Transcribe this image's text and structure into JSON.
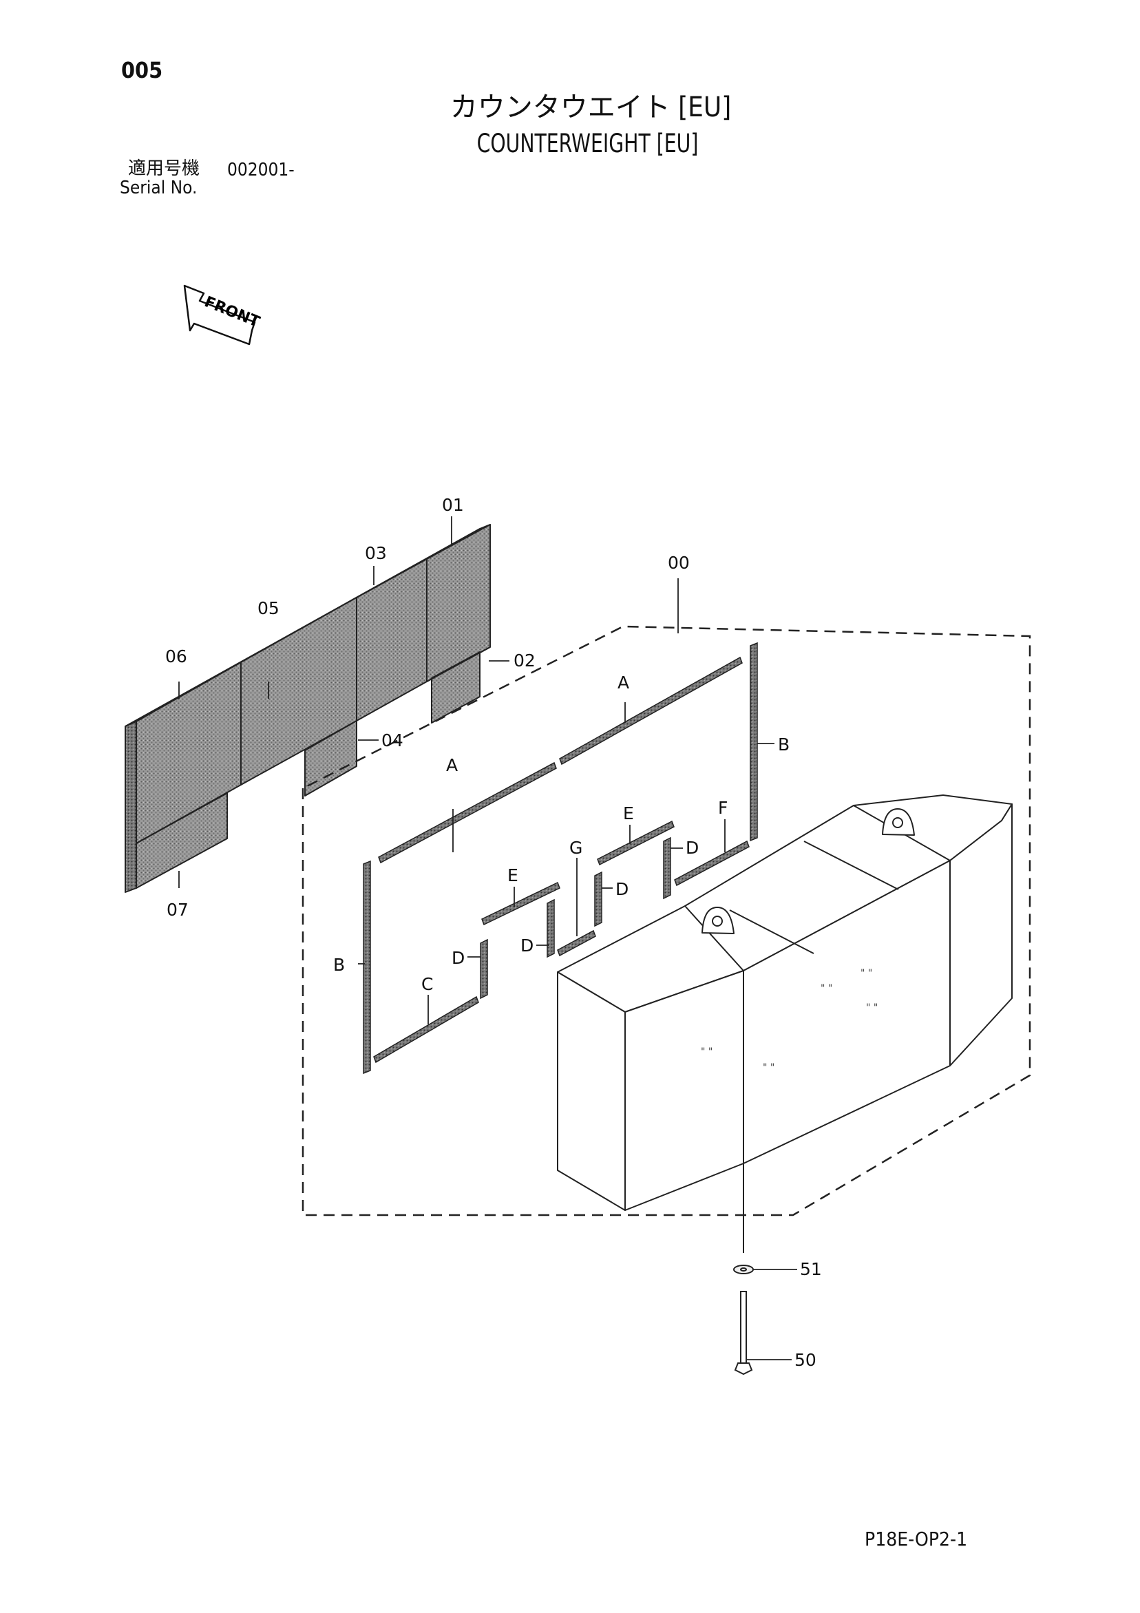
{
  "header": {
    "page_number": "005",
    "title_ja": "カウンタウエイト [EU]",
    "title_en": "COUNTERWEIGHT [EU]",
    "serial_label_ja": "適用号機",
    "serial_value": "002001-",
    "serial_label_en": "Serial No."
  },
  "front_indicator": {
    "label": "FRONT",
    "icon": "front-arrow-icon"
  },
  "callouts": {
    "c00": "00",
    "c01": "01",
    "c02": "02",
    "c03": "03",
    "c04": "04",
    "c05": "05",
    "c06": "06",
    "c07": "07",
    "c50": "50",
    "c51": "51",
    "A1": "A",
    "A2": "A",
    "B1": "B",
    "B2": "B",
    "C": "C",
    "D1": "D",
    "D2": "D",
    "D3": "D",
    "D4": "D",
    "E1": "E",
    "E2": "E",
    "F": "F",
    "G": "G"
  },
  "footer": {
    "page_code": "P18E-OP2-1"
  }
}
